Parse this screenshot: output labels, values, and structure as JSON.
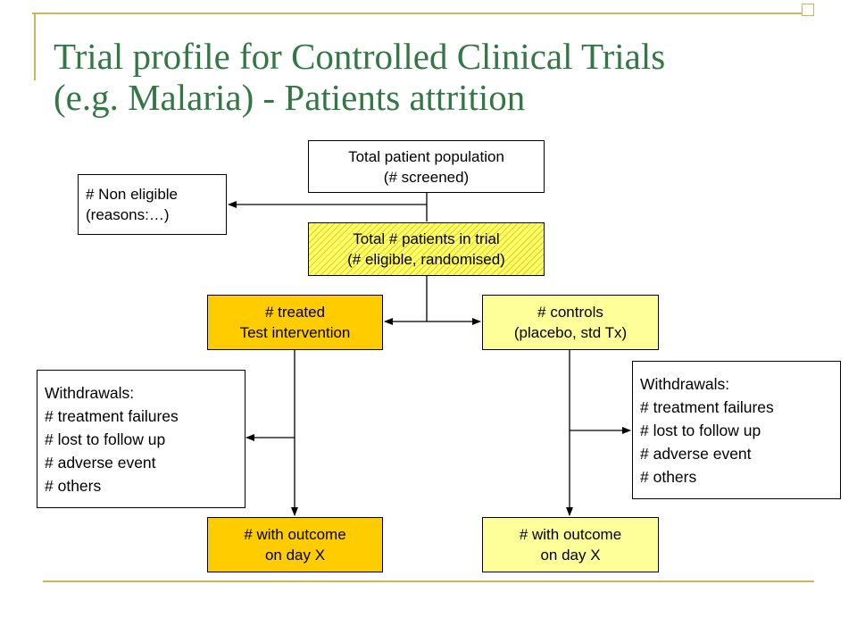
{
  "title": {
    "line1": "Trial profile for Controlled Clinical Trials",
    "line2": "(e.g. Malaria) - Patients attrition"
  },
  "flow": {
    "total_population": {
      "line1": "Total patient population",
      "line2": "(# screened)"
    },
    "non_eligible": {
      "line1": "# Non eligible",
      "line2": "(reasons:…)"
    },
    "in_trial": {
      "line1": "Total # patients in trial",
      "line2": "(# eligible, randomised)"
    },
    "treated": {
      "line1": "# treated",
      "line2": "Test intervention"
    },
    "controls": {
      "line1": "# controls",
      "line2": "(placebo, std Tx)"
    },
    "withdrawals_treated": {
      "heading": "Withdrawals:",
      "items": [
        "# treatment failures",
        "# lost to follow up",
        "# adverse event",
        "# others"
      ]
    },
    "withdrawals_controls": {
      "heading": "Withdrawals:",
      "items": [
        "# treatment failures",
        "# lost to follow up",
        "# adverse event",
        "# others"
      ]
    },
    "outcome_treated": {
      "line1": "# with outcome",
      "line2": "on day X"
    },
    "outcome_controls": {
      "line1": "# with outcome",
      "line2": "on day X"
    }
  },
  "colors": {
    "title_text": "#337744",
    "rule": "#c8b85a",
    "treated_fill": "#ffcc00",
    "controls_fill": "#ffff99",
    "trial_fill": "#ffff66"
  }
}
